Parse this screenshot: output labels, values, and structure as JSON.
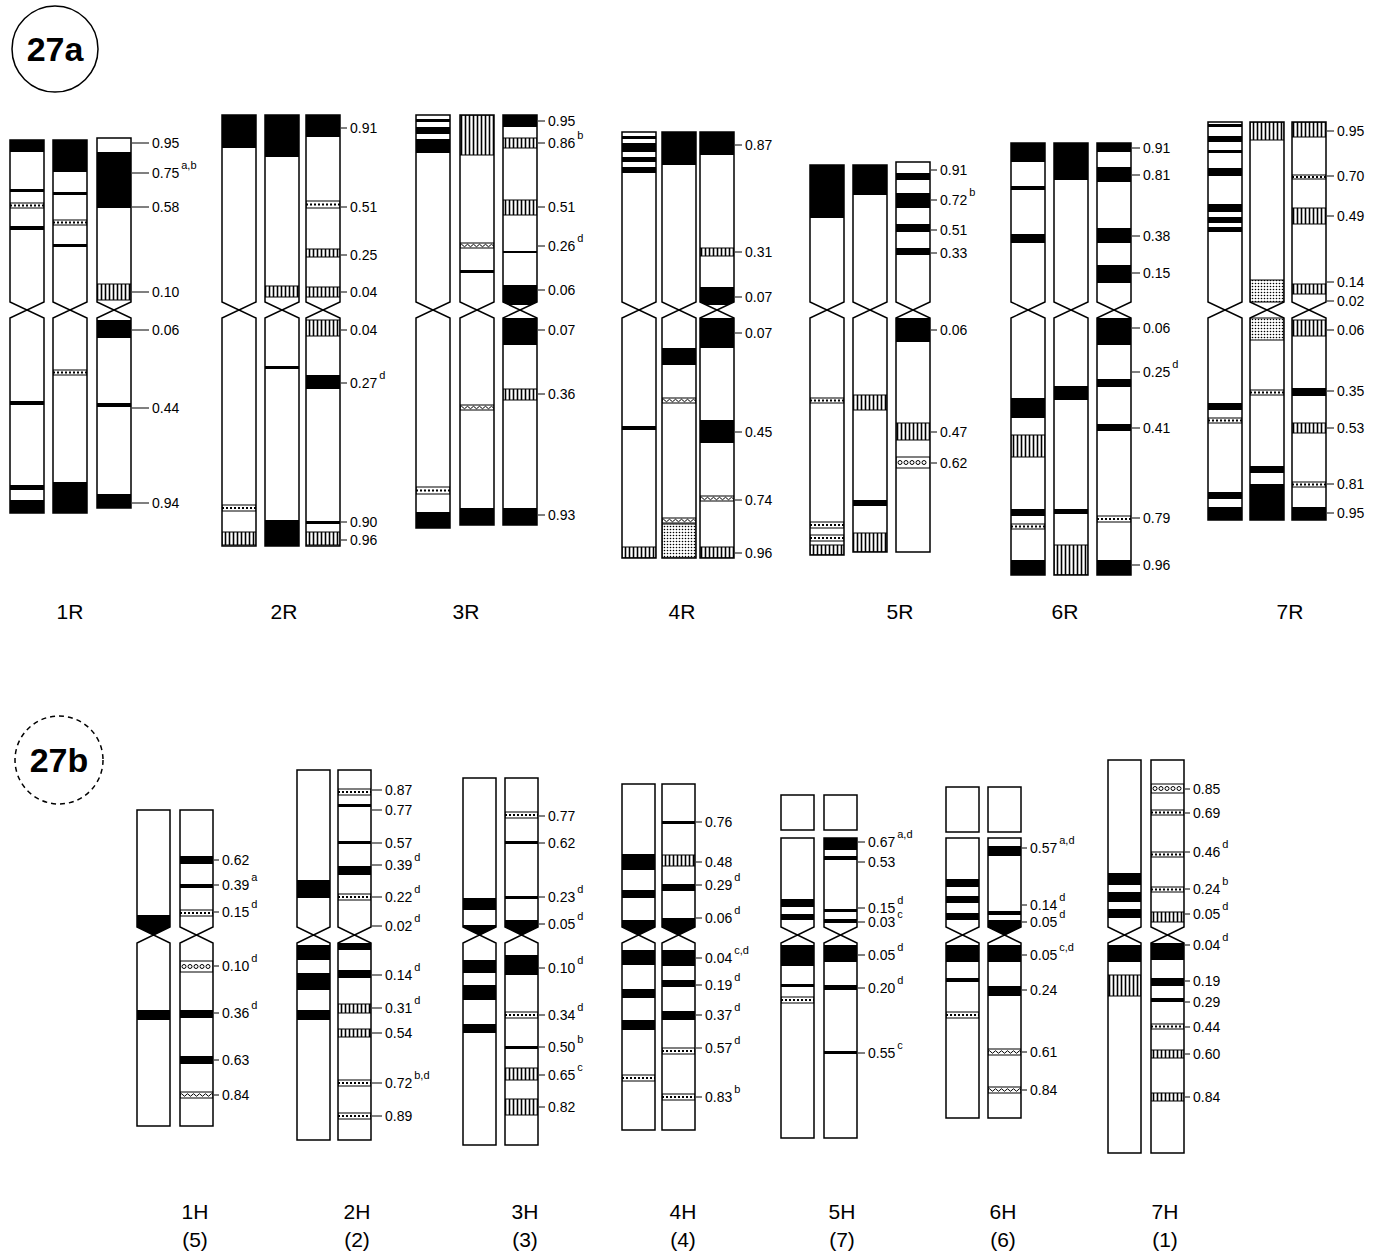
{
  "diagram": {
    "nodes": [
      {
        "text": [
          "27a"
        ]
      },
      {
        "text": [
          "27b"
        ]
      }
    ],
    "labels": [
      "0.95",
      "0.75",
      "a,b",
      "0.58",
      "0.10",
      "0.06",
      "0.44",
      "0.94",
      "0.91",
      "0.51",
      "0.25",
      "0.04",
      "0.04",
      "0.27",
      "d",
      "0.90",
      "0.96",
      "0.95",
      "0.86",
      "b",
      "0.51",
      "0.26",
      "d",
      "0.06",
      "0.07",
      "0.36",
      "0.93",
      "0.87",
      "0.31",
      "0.07",
      "0.07",
      "0.45",
      "0.74",
      "0.96",
      "0.91",
      "0.72",
      "b",
      "0.51",
      "0.33",
      "0.06",
      "0.47",
      "0.62",
      "0.91",
      "0.81",
      "0.38",
      "0.15",
      "0.06",
      "0.25",
      "d",
      "0.41",
      "0.79",
      "0.96",
      "0.95",
      "0.70",
      "0.49",
      "0.14",
      "0.02",
      "0.06",
      "0.35",
      "0.53",
      "0.81",
      "0.95",
      "1R",
      "2R",
      "3R",
      "4R",
      "5R",
      "6R",
      "7R",
      "0.62",
      "0.39",
      "a",
      "0.15",
      "d",
      "0.10",
      "d",
      "0.36",
      "d",
      "0.63",
      "0.84",
      "0.87",
      "0.77",
      "0.57",
      "0.39",
      "d",
      "0.22",
      "d",
      "0.02",
      "d",
      "0.14",
      "d",
      "0.31",
      "d",
      "0.54",
      "0.72",
      "b,d",
      "0.89",
      "0.77",
      "0.62",
      "0.23",
      "d",
      "0.05",
      "d",
      "0.10",
      "d",
      "0.34",
      "d",
      "0.50",
      "b",
      "0.65",
      "c",
      "0.82",
      "0.76",
      "0.48",
      "0.29",
      "d",
      "0.06",
      "d",
      "0.04",
      "c,d",
      "0.19",
      "d",
      "0.37",
      "d",
      "0.57",
      "d",
      "0.83",
      "b",
      "0.67",
      "a,d",
      "0.53",
      "0.15",
      "d",
      "0.03",
      "c",
      "0.05",
      "d",
      "0.20",
      "d",
      "0.55",
      "c",
      "0.57",
      "a,d",
      "0.14",
      "d",
      "0.05",
      "d",
      "0.05",
      "c,d",
      "0.24",
      "0.61",
      "0.84",
      "0.85",
      "0.69",
      "0.46",
      "d",
      "0.24",
      "b",
      "0.05",
      "d",
      "0.04",
      "d",
      "0.19",
      "0.29",
      "0.44",
      "0.60",
      "0.84",
      "1H",
      "(5)",
      "2H",
      "(2)",
      "3H",
      "(3)",
      "4H",
      "(4)",
      "5H",
      "(7)",
      "6H",
      "(6)",
      "7H",
      "(1)"
    ]
  }
}
